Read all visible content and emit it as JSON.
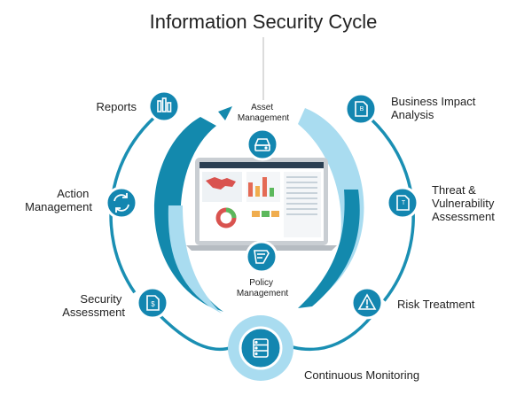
{
  "title": "Information Security Cycle",
  "colors": {
    "outer_ring": "#1a8fb3",
    "node_fill": "#1386b0",
    "inner_dark": "#1389ad",
    "inner_light": "#a9dcf0",
    "laptop_body": "#c9ced3"
  },
  "nodes": [
    {
      "key": "reports",
      "icon": "bar-chart-icon",
      "lines": [
        "Reports"
      ]
    },
    {
      "key": "action_management",
      "icon": "refresh-icon",
      "lines": [
        "Action",
        "Management"
      ]
    },
    {
      "key": "security_assessment",
      "icon": "dollar-document-icon",
      "lines": [
        "Security",
        "Assessment"
      ]
    },
    {
      "key": "business_impact_analysis",
      "icon": "b-document-icon",
      "lines": [
        "Business Impact",
        "Analysis"
      ]
    },
    {
      "key": "threat_vulnerability_assessment",
      "icon": "t-document-icon",
      "lines": [
        "Threat &",
        "Vulnerability",
        "Assessment"
      ]
    },
    {
      "key": "risk_treatment",
      "icon": "warning-icon",
      "lines": [
        "Risk Treatment"
      ]
    },
    {
      "key": "continuous_monitoring",
      "icon": "server-icon",
      "lines": [
        "Continuous Monitoring"
      ]
    },
    {
      "key": "asset_management",
      "icon": "hard-drive-icon",
      "lines": [
        "Asset",
        "Management"
      ]
    },
    {
      "key": "policy_management",
      "icon": "policy-document-icon",
      "lines": [
        "Policy",
        "Management"
      ]
    }
  ]
}
